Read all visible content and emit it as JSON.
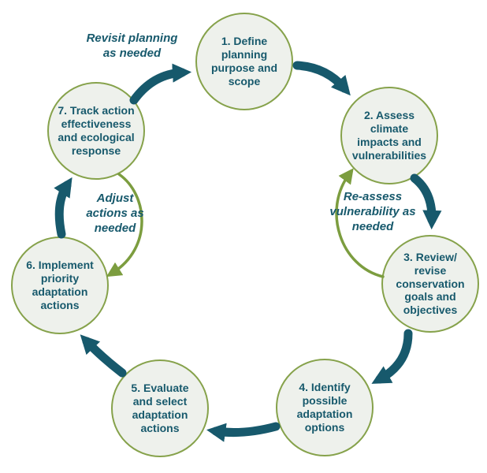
{
  "diagram": {
    "steps": [
      {
        "label": "1. Define planning purpose and scope"
      },
      {
        "label": "2. Assess climate impacts and vulnerabilities"
      },
      {
        "label": "3. Review/ revise conservation goals and objectives"
      },
      {
        "label": "4. Identify possible adaptation options"
      },
      {
        "label": "5. Evaluate and select adaptation actions"
      },
      {
        "label": "6. Implement priority adaptation actions"
      },
      {
        "label": "7. Track action effectiveness and ecological response"
      }
    ],
    "annotations": [
      {
        "label": "Revisit planning as needed"
      },
      {
        "label": "Re-assess vulnerability as needed"
      },
      {
        "label": "Adjust actions as needed"
      }
    ],
    "arrows": [
      {
        "name": "arrow-step1-to-step2",
        "style": "main-cycle"
      },
      {
        "name": "arrow-step2-to-step3",
        "style": "main-cycle"
      },
      {
        "name": "arrow-step3-to-step4",
        "style": "main-cycle"
      },
      {
        "name": "arrow-step4-to-step5",
        "style": "main-cycle"
      },
      {
        "name": "arrow-step5-to-step6",
        "style": "main-cycle"
      },
      {
        "name": "arrow-step6-to-step7",
        "style": "main-cycle"
      },
      {
        "name": "arrow-step7-to-step1",
        "style": "main-cycle"
      },
      {
        "name": "arrow-step3-to-step2-feedback",
        "style": "feedback-loop"
      },
      {
        "name": "arrow-step7-to-step6-feedback",
        "style": "feedback-loop"
      }
    ],
    "colors": {
      "teal": "#17596C",
      "green": "#7C9D3F",
      "circle_fill": "#EEF1EC",
      "circle_border": "#86A24B",
      "background": "#FFFFFF"
    }
  }
}
